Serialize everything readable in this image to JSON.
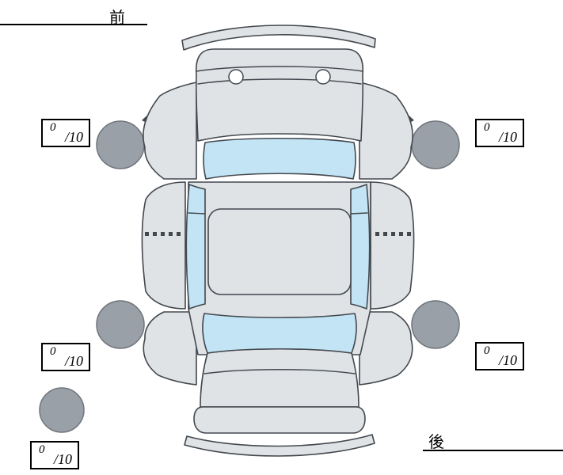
{
  "labels": {
    "front": "前",
    "rear": "後"
  },
  "scores": {
    "front_left": {
      "value": "0",
      "out_of": "/10"
    },
    "front_right": {
      "value": "0",
      "out_of": "/10"
    },
    "rear_left": {
      "value": "0",
      "out_of": "/10"
    },
    "rear_right": {
      "value": "0",
      "out_of": "/10"
    },
    "spare": {
      "value": "0",
      "out_of": "/10"
    }
  },
  "colors": {
    "body": "#dfe3e6",
    "window": "#c2e4f4",
    "tire": "#9aa0a7",
    "tire_edge": "#70767d",
    "outline": "#43484e",
    "text": "#000000"
  }
}
